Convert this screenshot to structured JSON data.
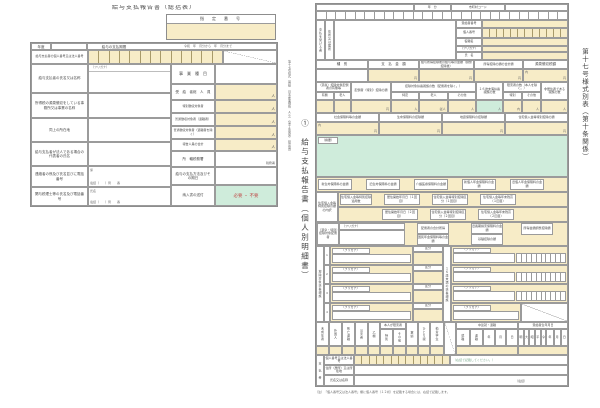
{
  "colors": {
    "input_yellow": "#f7ecc7",
    "input_green": "#cfecdb",
    "border": "#9b9b9b",
    "red_text": "#c0504d"
  },
  "summary": {
    "title": "給与支払報告書（総括表）",
    "designated_number_label": "指　定　番　号",
    "nendo_label": "年度",
    "period_label": "給与の支払期間",
    "period_value": "令和　年　月分から　年　月分まで",
    "unit_person": "人",
    "rows": {
      "payer_number": "給与支払者の個人番号又は法人番号",
      "furigana": "（フリガナ）",
      "payer_name": "給与支払者の氏名又は名称",
      "office_name": "所得税の源泉徴収をしている事務所又は事業の名称",
      "same_address": "同上の所在地",
      "representative": "給与支払者が法人である場合の代表者の氏名",
      "contact": "連絡者の係及び氏名並びに電話番号",
      "contact_kakari": "係",
      "contact_name": "氏名",
      "contact_tel": "電話（　　）局　　番",
      "tax_accountant": "関与税理士等の氏名及び電話番号",
      "accountant_name": "氏名",
      "accountant_tel": "電話（　　）局　　番"
    },
    "right_rows": [
      {
        "label": "事　業　種　目",
        "value": ""
      },
      {
        "label": "受　給　者総　人　員",
        "unit": "人"
      },
      {
        "label": "特別徴収対象者",
        "unit": "人"
      },
      {
        "label": "普通徴収対象者（退職者）",
        "unit": "人"
      },
      {
        "label": "普通徴収対象者（退職者を除く）",
        "unit": "人"
      },
      {
        "label": "報告人員の合計",
        "unit": "人"
      },
      {
        "label": "所　轄税務署",
        "unit": "税務署"
      },
      {
        "label": "給与の支払方法及びその期日",
        "value": ""
      },
      {
        "label": "納入書の送付",
        "value": "必要 ・ 不要"
      }
    ]
  },
  "detail": {
    "margin_small": "第十七号様式（用紙　日本産業規格　Ａ６）（第十条関係）（提出用）",
    "margin_main": "①　給与支払報告書（個人別明細書）",
    "margin_right": "第十七号様式別表（第十条関係）",
    "top_labels": {
      "year": "年　分",
      "city_code": "市町村コード"
    },
    "payee": {
      "section": "支払を受ける者",
      "address": "住所又は居所",
      "recipient_no": "受給者番号",
      "my_number": "個人番号",
      "role": "役職名",
      "furigana": "（フリガナ）",
      "name": "氏　名"
    },
    "amounts": {
      "headers": [
        "種　別",
        "支　払　金　額",
        "給与所得控除後の給与等の金額（調整控除後）",
        "所得控除の額の合計額",
        "源泉徴収税額"
      ],
      "uchi": "内",
      "yen": "円"
    },
    "deps": {
      "spouse_header": "（源泉）控除対象配偶者の有無等",
      "spouse_sub": [
        "有無",
        "老人"
      ],
      "spouse_deduction": "配偶者（特別）控除の額",
      "fuyo_header": "控除対象扶養親族の数（配偶者を除く。）",
      "fuyo_sub": [
        "特定",
        "老人",
        "その他"
      ],
      "under16_header": "１６歳未満扶養親族の数",
      "disabled_header": "障害者の数（本人を除く。）",
      "disabled_sub": [
        "特別",
        "その他"
      ],
      "nonresident_header": "非居住者である親族の数",
      "unit_person": "人",
      "unit_ju": "従人",
      "unit_uchi": "内"
    },
    "insurance": [
      "社会保険料等の金額",
      "生命保険料の控除額",
      "地震保険料の控除額",
      "住宅借入金等特別控除の額"
    ],
    "tekiyo": "（摘要）",
    "life_breakdown": [
      "新生命保険料の金額",
      "旧生命保険料の金額",
      "介護医療保険料の金額",
      "新個人年金保険料の金額",
      "旧個人年金保険料の金額"
    ],
    "housing": {
      "left": "住宅借入金等特別控除の額の内訳",
      "row1": [
        "住宅借入金等特別控除適用数",
        "居住開始年月日（１回目）",
        "住宅借入金等特別控除区分（１回目）",
        "住宅借入金等年末残高（１回目）"
      ],
      "row2": [
        "居住開始年月日（２回目）",
        "住宅借入金等特別控除区分（２回目）",
        "住宅借入金等年末残高（２回目）"
      ]
    },
    "spouse": {
      "left": "（源泉・特別）控除対象配偶者",
      "furigana": "（フリガナ）",
      "name": "氏名",
      "chips": [
        "配偶者の合計所得",
        "国民年金保険料等の金額",
        "旧長期損害保険料の金額",
        "基礎控除の額",
        "所得金額調整控除額"
      ]
    },
    "fuyo": {
      "left": "控除対象扶養親族",
      "furigana": "（フリガナ）",
      "name": "氏名",
      "kubun": "区分",
      "nums": [
        "1",
        "2",
        "3",
        "4"
      ]
    },
    "under16": {
      "left": "１６歳未満の扶養親族",
      "furigana": "（フリガナ）",
      "kojin": "個人番号",
      "nums": [
        "1",
        "2",
        "3",
        "4"
      ]
    },
    "flags": {
      "items": [
        "未成年者",
        "外国人",
        "死亡退職",
        "災害者",
        "乙欄",
        "寡婦",
        "ひとり親",
        "勤労学生"
      ],
      "disabled_group": "本人が障害者",
      "disabled_sub": [
        "特別",
        "その他"
      ],
      "chuto_label": "中途就・退職",
      "chuto_cols": [
        "就職",
        "退職",
        "年",
        "月",
        "日"
      ],
      "birth_label": "受給者生年月日",
      "birth_cols": [
        "明",
        "大",
        "昭",
        "平",
        "令",
        "年",
        "月",
        "日"
      ]
    },
    "payer": {
      "section": "支　払　者",
      "number_label": "個人番号又は法人番号",
      "number_note": "（右詰で記載してください。）",
      "address_label": "住所（居所）又は所在地",
      "name_label": "氏名又は名称",
      "tel": "（電話）"
    },
    "footnote": "（注）　「個人番号又は法人番号」欄に個人番号（１２桁）を記載する場合には、右詰で記載します。"
  }
}
